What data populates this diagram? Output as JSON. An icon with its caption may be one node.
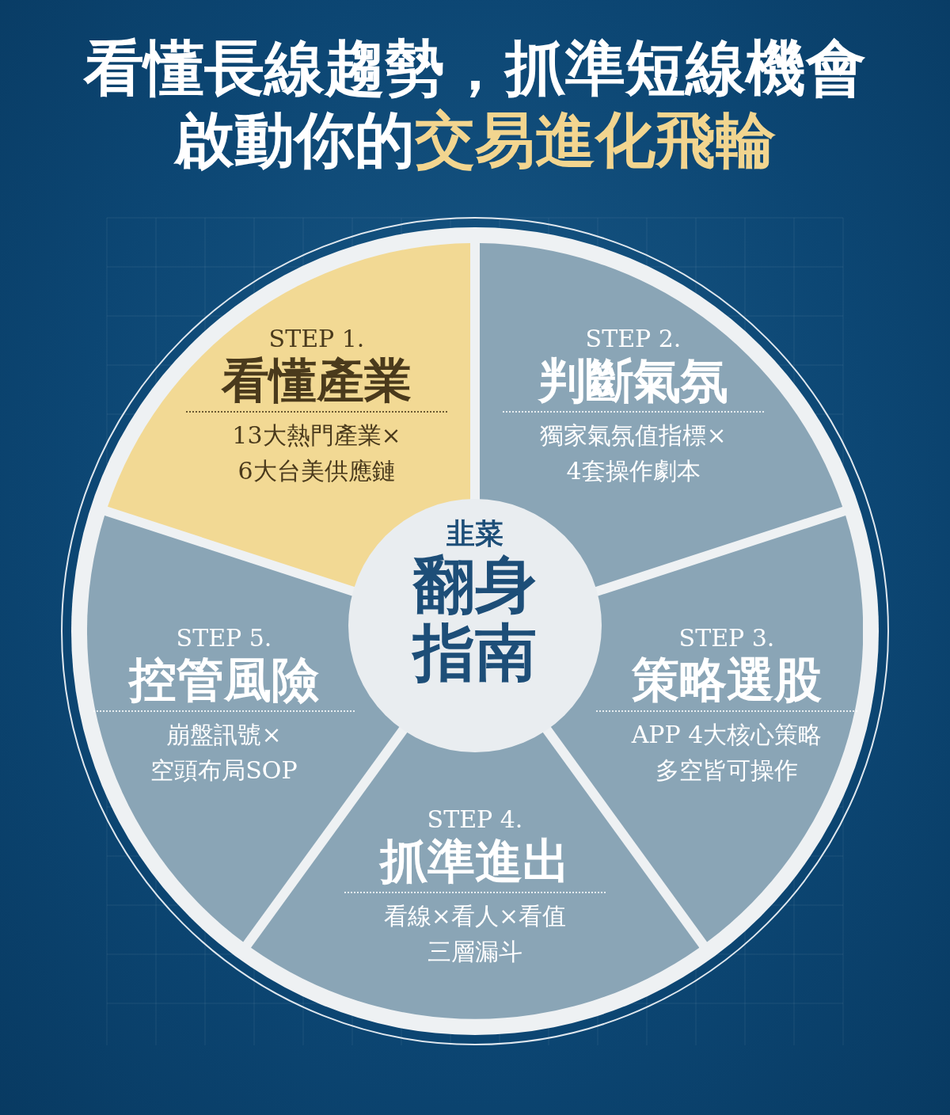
{
  "diagram": {
    "title": "看懂長線趨勢，抓準短線機會啟動你的交易進化飛輪",
    "nodes": [
      {
        "text": [
          "STEP 1.",
          "看懂產業",
          "13大熱門產業×6大台美供應鏈"
        ]
      },
      {
        "text": [
          "STEP 2.",
          "判斷氣氛",
          "獨家氣氛值指標×4套操作劇本"
        ]
      },
      {
        "text": [
          "STEP 3.",
          "策略選股",
          "APP 4大核心策略多空皆可操作"
        ]
      },
      {
        "text": [
          "STEP 4.",
          "抓準進出",
          "看線×看人×看值三層漏斗"
        ]
      },
      {
        "text": [
          "STEP 5.",
          "控管風險",
          "崩盤訊號×空頭布局SOP"
        ]
      },
      {
        "text": [
          "韭菜",
          "翻身指南"
        ]
      }
    ]
  }
}
